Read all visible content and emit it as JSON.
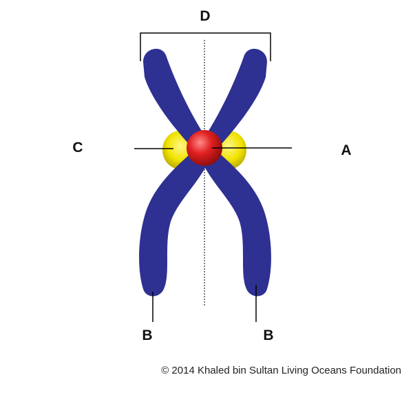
{
  "labels": {
    "a": "A",
    "b_left": "B",
    "b_right": "B",
    "c": "C",
    "d": "D"
  },
  "copyright": "© 2014 Khaled bin Sultan Living Oceans Foundation",
  "colors": {
    "chromatid": "#2e3192",
    "centromere": "#d91e1e",
    "kinetochore": "#f2e600",
    "lines": "#000000"
  }
}
